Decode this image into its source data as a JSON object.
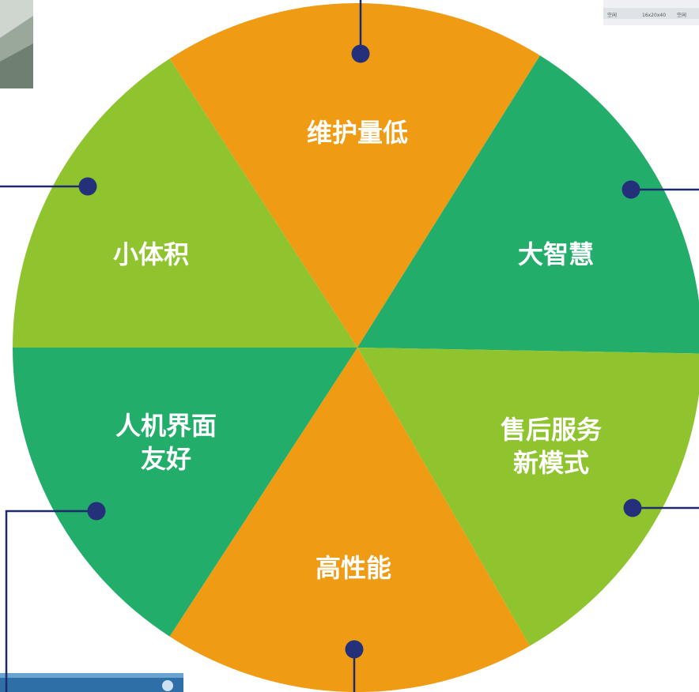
{
  "colors": {
    "orange": "#ef9b14",
    "dark_green": "#22ad6a",
    "light_green": "#8fc42e",
    "connector": "#24307a",
    "label_text": "#ffffff"
  },
  "segments": [
    {
      "lines": [
        "维护量低"
      ],
      "color": "orange"
    },
    {
      "lines": [
        "大智慧"
      ],
      "color": "dark_green"
    },
    {
      "lines": [
        "售后服务",
        "新模式"
      ],
      "color": "light_green"
    },
    {
      "lines": [
        "高性能"
      ],
      "color": "orange"
    },
    {
      "lines": [
        "人机界面",
        "友好"
      ],
      "color": "dark_green"
    },
    {
      "lines": [
        "小体积"
      ],
      "color": "light_green"
    }
  ],
  "corner_top_right": {
    "row": [
      "空闲",
      "16x20x40",
      "空闲"
    ]
  }
}
